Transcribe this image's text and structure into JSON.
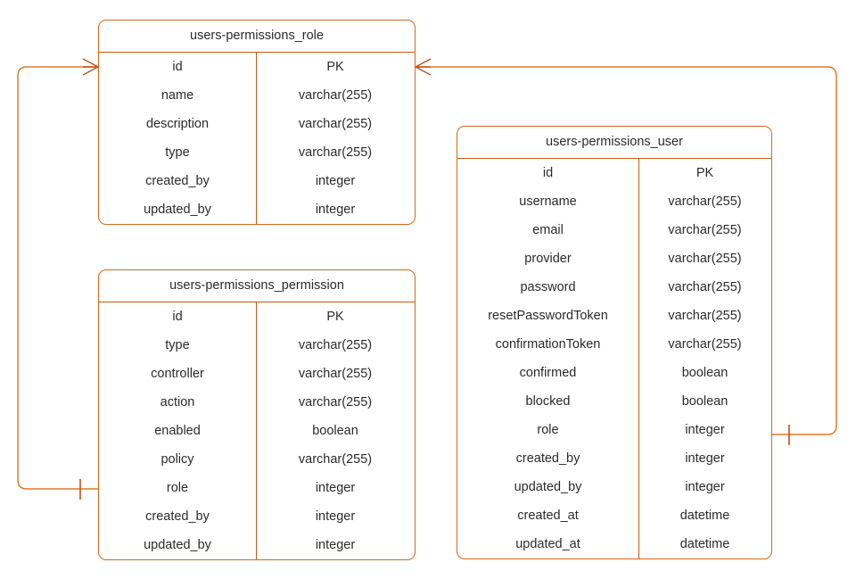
{
  "diagram": {
    "kind": "entity-relationship-diagram",
    "notation": "crow's foot",
    "colors": {
      "entity_border": "#d2691e",
      "divider": "#c05a14",
      "connector": "#e2792f",
      "connector_marker": "#c0531a",
      "text": "#2b2b2b",
      "background": "#ffffff"
    },
    "tables": [
      {
        "id": "role",
        "title": "users-permissions_role",
        "fields": [
          {
            "name": "id",
            "type": "PK"
          },
          {
            "name": "name",
            "type": "varchar(255)"
          },
          {
            "name": "description",
            "type": "varchar(255)"
          },
          {
            "name": "type",
            "type": "varchar(255)"
          },
          {
            "name": "created_by",
            "type": "integer"
          },
          {
            "name": "updated_by",
            "type": "integer"
          }
        ]
      },
      {
        "id": "permission",
        "title": "users-permissions_permission",
        "fields": [
          {
            "name": "id",
            "type": "PK"
          },
          {
            "name": "type",
            "type": "varchar(255)"
          },
          {
            "name": "controller",
            "type": "varchar(255)"
          },
          {
            "name": "action",
            "type": "varchar(255)"
          },
          {
            "name": "enabled",
            "type": "boolean"
          },
          {
            "name": "policy",
            "type": "varchar(255)"
          },
          {
            "name": "role",
            "type": "integer"
          },
          {
            "name": "created_by",
            "type": "integer"
          },
          {
            "name": "updated_by",
            "type": "integer"
          }
        ]
      },
      {
        "id": "user",
        "title": "users-permissions_user",
        "fields": [
          {
            "name": "id",
            "type": "PK"
          },
          {
            "name": "username",
            "type": "varchar(255)"
          },
          {
            "name": "email",
            "type": "varchar(255)"
          },
          {
            "name": "provider",
            "type": "varchar(255)"
          },
          {
            "name": "password",
            "type": "varchar(255)"
          },
          {
            "name": "resetPasswordToken",
            "type": "varchar(255)"
          },
          {
            "name": "confirmationToken",
            "type": "varchar(255)"
          },
          {
            "name": "confirmed",
            "type": "boolean"
          },
          {
            "name": "blocked",
            "type": "boolean"
          },
          {
            "name": "role",
            "type": "integer"
          },
          {
            "name": "created_by",
            "type": "integer"
          },
          {
            "name": "updated_by",
            "type": "integer"
          },
          {
            "name": "created_at",
            "type": "datetime"
          },
          {
            "name": "updated_at",
            "type": "datetime"
          }
        ]
      }
    ],
    "relationships": [
      {
        "id": "role-to-permission",
        "from": "role",
        "to": "permission",
        "from_marker": "crows-foot-many",
        "to_marker": "one-tick",
        "side": "left"
      },
      {
        "id": "role-to-user",
        "from": "role",
        "to": "user",
        "from_marker": "crows-foot-many",
        "to_marker": "one-tick",
        "side": "right"
      }
    ]
  }
}
